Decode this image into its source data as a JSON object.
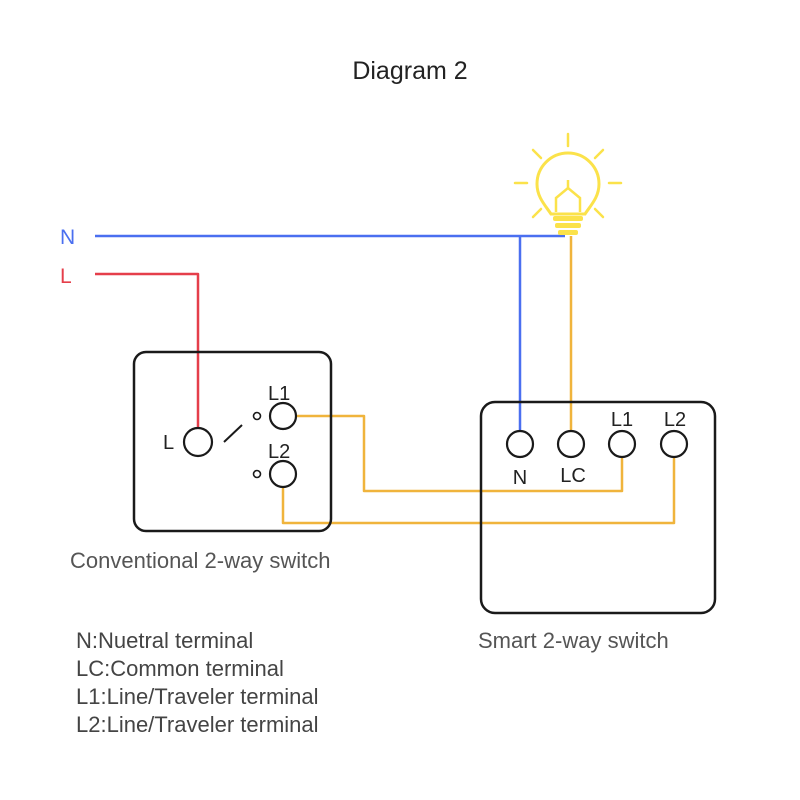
{
  "title": "Diagram 2",
  "supply": {
    "neutral_label": "N",
    "line_label": "L"
  },
  "conventional_switch": {
    "caption": "Conventional 2-way switch",
    "terminal_L": "L",
    "terminal_L1": "L1",
    "terminal_L2": "L2"
  },
  "smart_switch": {
    "caption": "Smart 2-way switch",
    "terminal_N": "N",
    "terminal_LC": "LC",
    "terminal_L1": "L1",
    "terminal_L2": "L2"
  },
  "legend": [
    "N:Nuetral terminal",
    "LC:Common terminal",
    "L1:Line/Traveler terminal",
    "L2:Line/Traveler terminal"
  ],
  "colors": {
    "neutral_wire": "#4a6ff0",
    "line_wire": "#e53e4a",
    "traveler_wire": "#f0b43c",
    "bulb": "#fbe24a",
    "text_dark": "#222222",
    "text_gray": "#555555"
  },
  "icons": {
    "bulb": "light-bulb-icon"
  }
}
